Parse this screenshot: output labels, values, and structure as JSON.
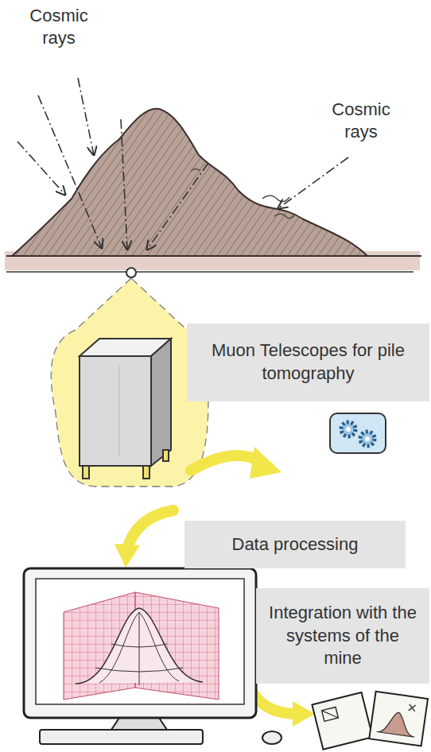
{
  "diagram": {
    "nodes": [
      {
        "text": [
          "Muon Telescopes for pile tomography"
        ]
      },
      {
        "text": [
          "Data processing"
        ]
      },
      {
        "text": [
          "Integration with the systems of the mine"
        ]
      }
    ],
    "labels": [
      "Cosmic rays",
      "Cosmic rays"
    ]
  }
}
